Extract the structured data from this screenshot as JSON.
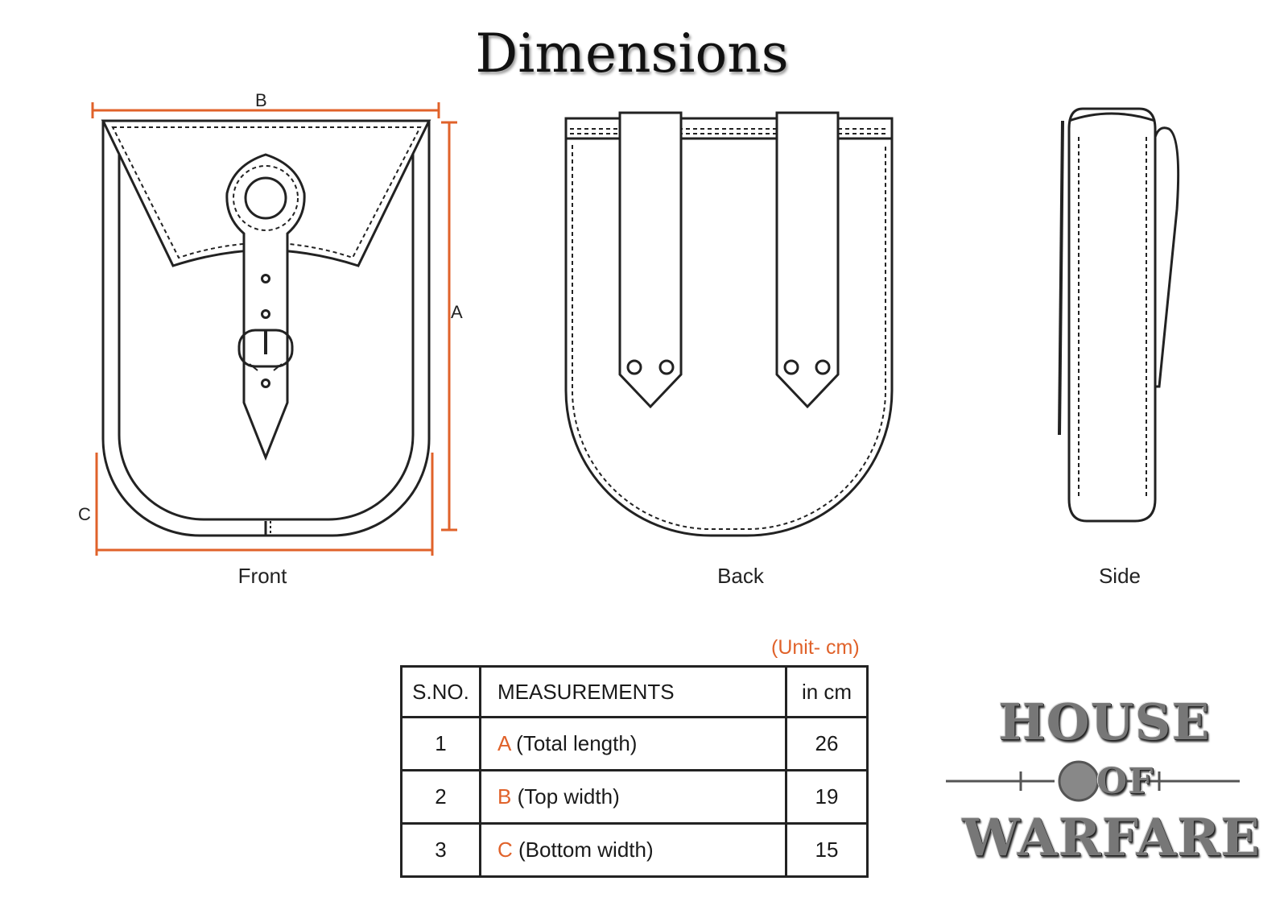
{
  "title": "Dimensions",
  "views": {
    "front": "Front",
    "back": "Back",
    "side": "Side"
  },
  "dimension_labels": {
    "a": "A",
    "b": "B",
    "c": "C"
  },
  "colors": {
    "accent": "#e0622a",
    "line": "#222222"
  },
  "table": {
    "unit_note": "(Unit- cm)",
    "headers": [
      "S.NO.",
      "MEASUREMENTS",
      "in cm"
    ],
    "rows": [
      {
        "sno": "1",
        "letter": "A",
        "label": "(Total length)",
        "value": "26"
      },
      {
        "sno": "2",
        "letter": "B",
        "label": "(Top width)",
        "value": "19"
      },
      {
        "sno": "3",
        "letter": "C",
        "label": "(Bottom width)",
        "value": "15"
      }
    ]
  },
  "logo": {
    "line1": "HOUSE",
    "line2": "OF",
    "line3": "WARFARE"
  }
}
